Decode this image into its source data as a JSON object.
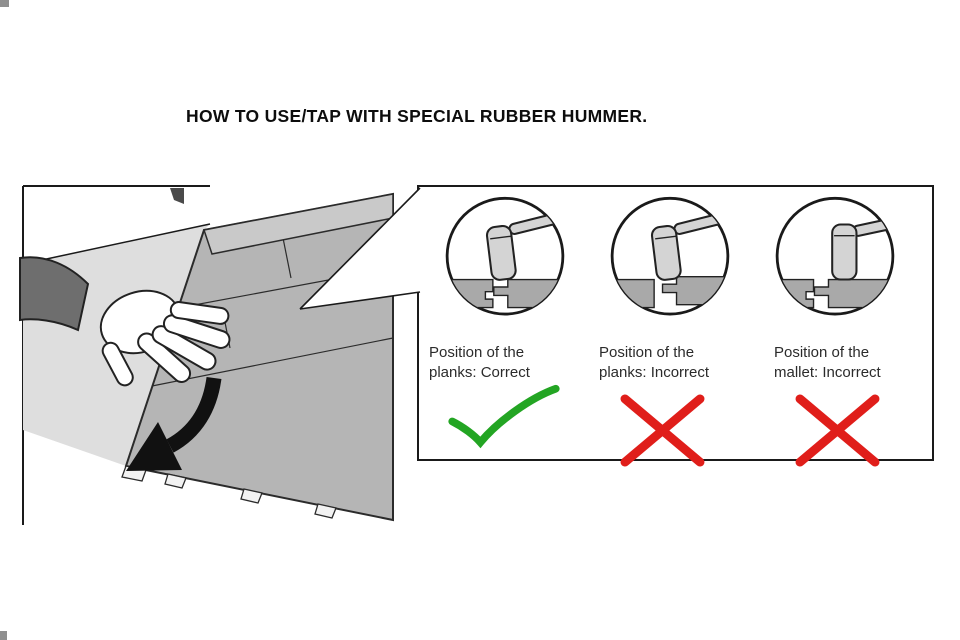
{
  "title": "HOW TO USE/TAP WITH SPECIAL RUBBER HUMMER.",
  "panel": {
    "items": [
      {
        "caption_line1": "Position of the",
        "caption_line2": "planks: Correct",
        "verdict": "correct"
      },
      {
        "caption_line1": "Position of the",
        "caption_line2": "planks: Incorrect",
        "verdict": "incorrect"
      },
      {
        "caption_line1": "Position of the",
        "caption_line2": "mallet: Incorrect",
        "verdict": "incorrect"
      }
    ]
  },
  "colors": {
    "check_green": "#23a523",
    "cross_red": "#e01e1a",
    "line_black": "#1a1a1a",
    "plank_gray": "#b5b5b5"
  }
}
